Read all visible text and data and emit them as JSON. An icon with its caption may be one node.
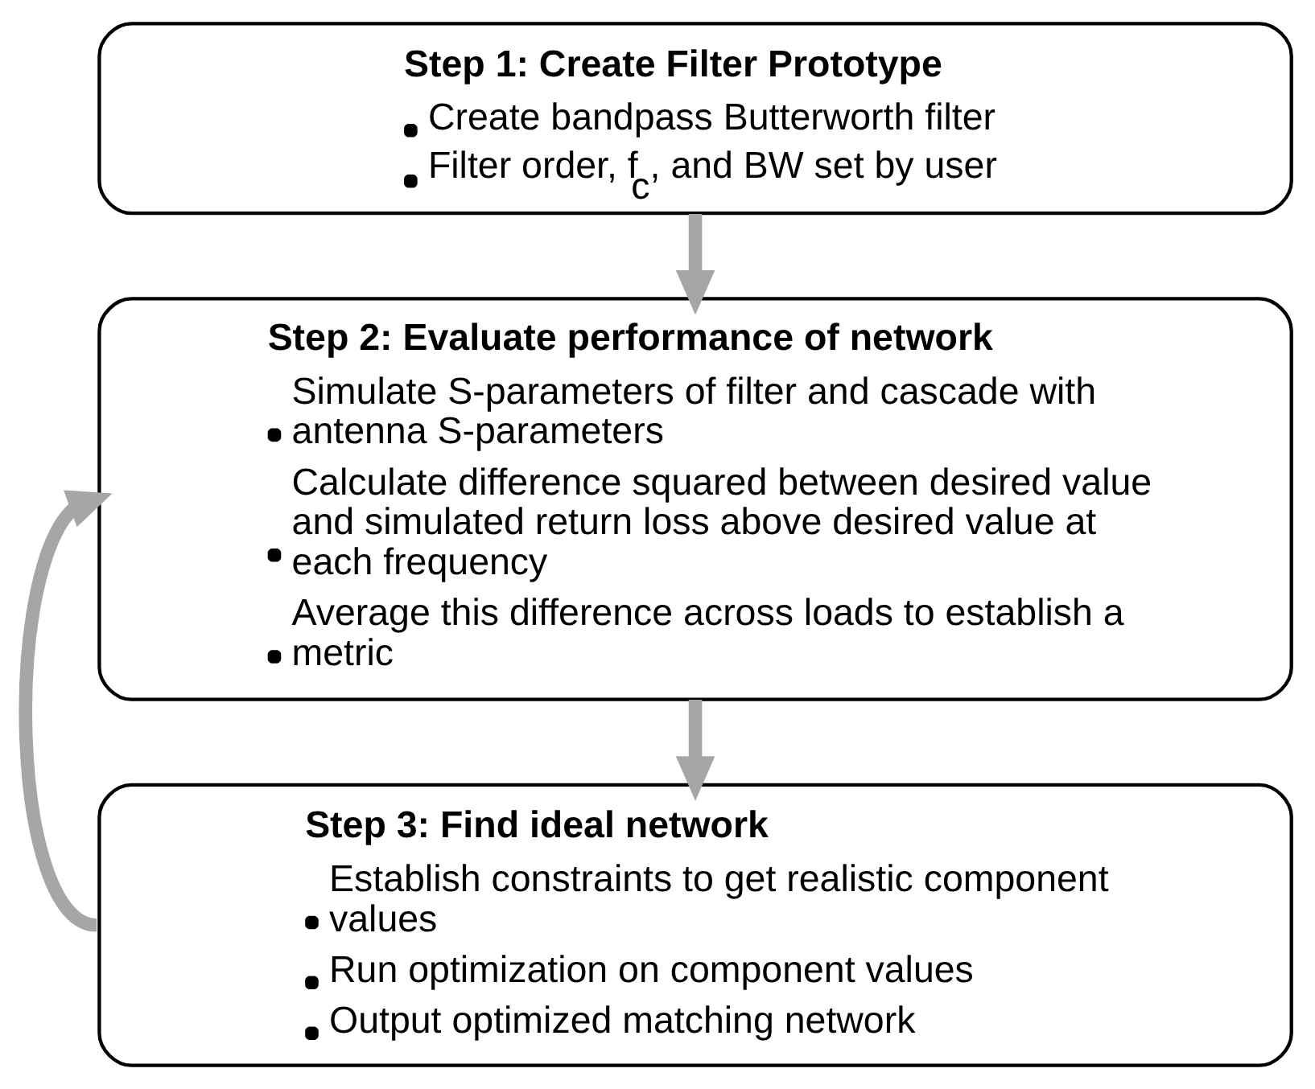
{
  "diagram": {
    "nodes": [
      {
        "text": [
          "Step 1: Create Filter Prototype",
          "Create bandpass Butterworth filter",
          "Filter order, f$_{c}$, and BW set by user"
        ]
      },
      {
        "text": [
          "Step 2: Evaluate performance of network",
          "Simulate S-parameters of filter and cascade with antenna S-parameters",
          "Calculate difference squared between desired value and simulated return loss above desired value at each frequency",
          "Average this difference across loads to establish a metric"
        ]
      },
      {
        "text": [
          "Step 3: Find ideal network",
          "Establish constraints to get realistic component values",
          "Run optimization on component values",
          "Output optimized matching network"
        ]
      }
    ],
    "edges": [
      {
        "from": 0,
        "to": 1,
        "arrow": "to"
      },
      {
        "from": 1,
        "to": 2,
        "arrow": "to"
      },
      {
        "from": 2,
        "to": 1,
        "arrow": "to"
      }
    ]
  }
}
